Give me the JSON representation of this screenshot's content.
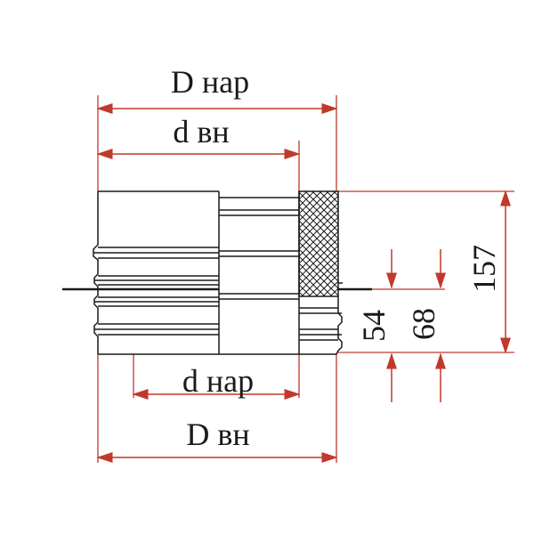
{
  "dimensions": {
    "outer_diameter_top": "D нар",
    "inner_diameter_top": "d вн",
    "outer_diameter_bottom": "d нар",
    "inner_diameter_bottom": "D вн",
    "height_total": "157",
    "height_lower": "68",
    "height_insert": "54"
  },
  "colors": {
    "dimension_line": "#c0392b",
    "outline": "#1a1a1a",
    "extension_line": "#c0392b"
  }
}
